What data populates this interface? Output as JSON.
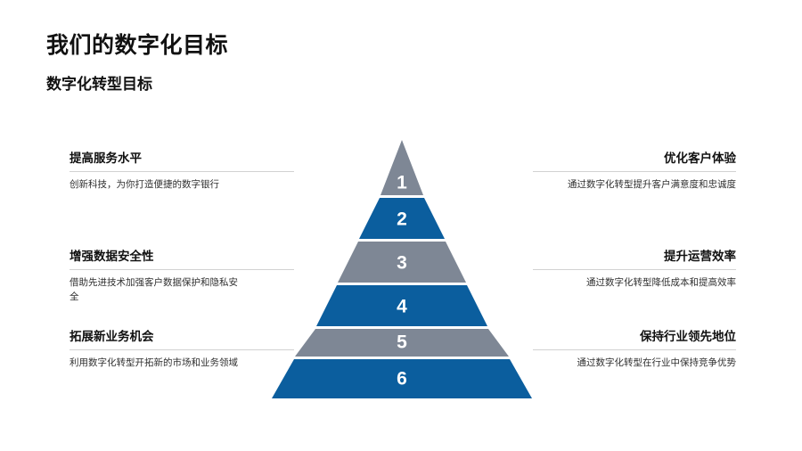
{
  "slide": {
    "title": "我们的数字化目标",
    "subtitle": "数字化转型目标",
    "background_color": "#ffffff"
  },
  "palette": {
    "gray": "#7e8795",
    "blue": "#0b5e9e",
    "label_text": "#ffffff",
    "rule": "#d2d2d2",
    "heading_text": "#111111",
    "body_text": "#303030"
  },
  "left_items": [
    {
      "heading": "提高服务水平",
      "body": "创新科技，为你打造便捷的数字银行"
    },
    {
      "heading": "增强数据安全性",
      "body": "借助先进技术加强客户数据保护和隐私安全"
    },
    {
      "heading": "拓展新业务机会",
      "body": "利用数字化转型开拓新的市场和业务领域"
    }
  ],
  "right_items": [
    {
      "heading": "优化客户体验",
      "body": "通过数字化转型提升客户满意度和忠诚度"
    },
    {
      "heading": "提升运营效率",
      "body": "通过数字化转型降低成本和提高效率"
    },
    {
      "heading": "保持行业领先地位",
      "body": "通过数字化转型在行业中保持竞争优势"
    }
  ],
  "pyramid": {
    "levels": [
      {
        "label": "1",
        "color": "#7e8795"
      },
      {
        "label": "2",
        "color": "#0b5e9e"
      },
      {
        "label": "3",
        "color": "#7e8795"
      },
      {
        "label": "4",
        "color": "#0b5e9e"
      },
      {
        "label": "5",
        "color": "#7e8795"
      },
      {
        "label": "6",
        "color": "#0b5e9e"
      }
    ]
  }
}
